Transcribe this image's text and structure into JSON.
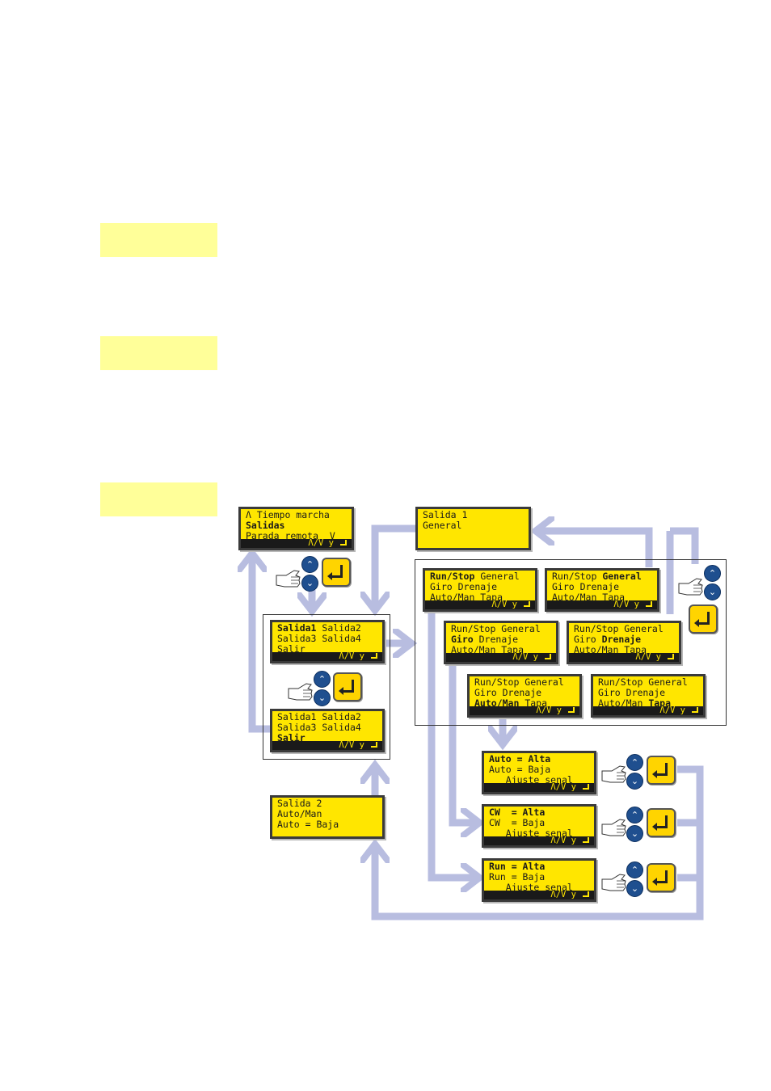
{
  "header_bands": [
    {
      "id": "band-1",
      "color": "#ffff99"
    },
    {
      "id": "band-2",
      "color": "#ffff99"
    },
    {
      "id": "band-3",
      "color": "#ffff99"
    }
  ],
  "colors": {
    "lcd": "#ffe600",
    "flow_arrow": "#b8bde0",
    "button": "#1f4f8f",
    "enter": "#ffd400"
  },
  "icons": [
    "hand-pointer-icon",
    "up-arrow-icon",
    "down-arrow-icon",
    "enter-key-icon"
  ],
  "displays": {
    "main_menu": {
      "l1": "Λ Tiempo marcha",
      "l2": "Salidas",
      "l3": "Parada remota  V",
      "foot": "Λ/V y"
    },
    "salida1_title": {
      "l1": "Salida 1",
      "l2": "General"
    },
    "salidas_a": {
      "l1a": "Salida1",
      "l1b": " Salida2",
      "l2": "Salida3 Salida4",
      "l3": "Salir",
      "foot": "Λ/V y"
    },
    "salidas_b": {
      "l1": "Salida1 Salida2",
      "l2": "Salida3 Salida4",
      "l3": "Salir",
      "foot": "Λ/V y"
    },
    "salida2": {
      "l1": "Salida 2",
      "l2": "Auto/Man",
      "l3": "Auto = Baja"
    },
    "rs1": {
      "l1a": "Run/Stop",
      "l1b": " General",
      "l2": "Giro Drenaje",
      "l3": "Auto/Man Tapa",
      "foot": "Λ/V y"
    },
    "rs2": {
      "l1a": "Run/Stop ",
      "l1b": "General",
      "l2": "Giro Drenaje",
      "l3": "Auto/Man Tapa",
      "foot": "Λ/V y"
    },
    "gd1": {
      "l1": "Run/Stop General",
      "l2a": "Giro",
      "l2b": " Drenaje",
      "l3": "Auto/Man Tapa",
      "foot": "Λ/V y"
    },
    "gd2": {
      "l1": "Run/Stop General",
      "l2a": "Giro ",
      "l2b": "Drenaje",
      "l3": "Auto/Man Tapa",
      "foot": "Λ/V y"
    },
    "am1": {
      "l1": "Run/Stop General",
      "l2": "Giro Drenaje",
      "l3a": "Auto/Man",
      "l3b": " Tapa",
      "foot": "Λ/V y"
    },
    "am2": {
      "l1": "Run/Stop General",
      "l2": "Giro Drenaje",
      "l3a": "Auto/Man ",
      "l3b": "Tapa",
      "foot": "Λ/V y"
    },
    "auto": {
      "l1a": "Auto = ",
      "l1b": "Alta",
      "l2": "Auto = Baja",
      "l3": "   Ajuste senal",
      "foot": "Λ/V y"
    },
    "cw": {
      "l1a": "CW  = ",
      "l1b": "Alta",
      "l2": "CW  = Baja",
      "l3": "   Ajuste senal",
      "foot": "Λ/V y"
    },
    "run": {
      "l1a": "Run = ",
      "l1b": "Alta",
      "l2": "Run = Baja",
      "l3": "   Ajuste senal",
      "foot": "Λ/V y"
    }
  }
}
